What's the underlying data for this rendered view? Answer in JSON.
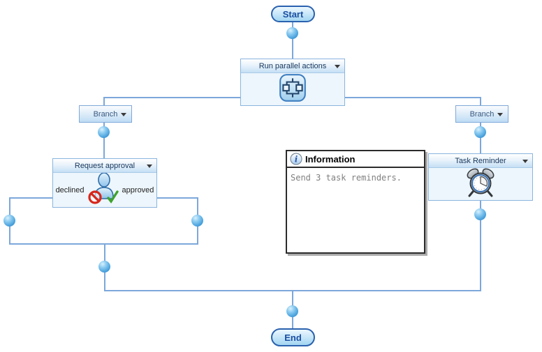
{
  "nodes": {
    "start": {
      "label": "Start"
    },
    "end": {
      "label": "End"
    },
    "run_parallel": {
      "label": "Run parallel actions"
    },
    "branch_left": {
      "label": "Branch"
    },
    "branch_right": {
      "label": "Branch"
    },
    "request_approval": {
      "label": "Request approval",
      "declined_label": "declined",
      "approved_label": "approved"
    },
    "task_reminder": {
      "label": "Task Reminder"
    }
  },
  "information_popup": {
    "title": "Information",
    "message": "Send 3 task reminders."
  },
  "colors": {
    "connector_line": "#7CA7DB",
    "connector_dot": "#47A0DC",
    "node_border": "#2A61AE",
    "box_border": "#8AB4DE",
    "header_text": "#16365C",
    "info_border": "#2B2B2B",
    "message_text": "#808080"
  }
}
